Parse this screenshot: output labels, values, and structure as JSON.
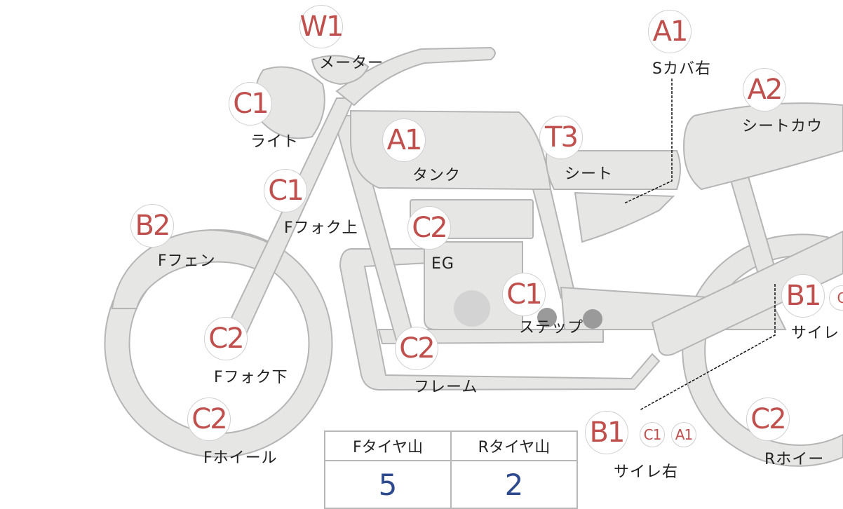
{
  "colors": {
    "grade": "#c0504d",
    "part_fill": "#e6e6e4",
    "part_stroke": "#b5b5b5",
    "value": "#2d4a8f"
  },
  "parts": [
    {
      "grade": "W1",
      "label": "メーター"
    },
    {
      "grade": "A1",
      "label": "Sカバ右"
    },
    {
      "grade": "C1",
      "label": "ライト"
    },
    {
      "grade": "A2",
      "label": "シートカウ"
    },
    {
      "grade": "A1",
      "label": "タンク"
    },
    {
      "grade": "T3",
      "label": "シート"
    },
    {
      "grade": "C1",
      "label": "Fフォク上"
    },
    {
      "grade": "B2",
      "label": "Fフェン"
    },
    {
      "grade": "C2",
      "label": "EG"
    },
    {
      "grade": "C1",
      "label": "ステップ"
    },
    {
      "grade": "B1",
      "grade_small": "C",
      "label": "サイレ"
    },
    {
      "grade": "C2",
      "label": "Fフォク下"
    },
    {
      "grade": "C2",
      "label": "フレーム"
    },
    {
      "grade": "C2",
      "label": "Fホイール"
    },
    {
      "grade": "B1",
      "grade_small": [
        "C1",
        "A1"
      ],
      "label": "サイレ右"
    },
    {
      "grade": "C2",
      "label": "Rホイー"
    }
  ],
  "tire_table": {
    "headers": [
      "Fタイヤ山",
      "Rタイヤ山"
    ],
    "values": [
      "5",
      "2"
    ]
  }
}
